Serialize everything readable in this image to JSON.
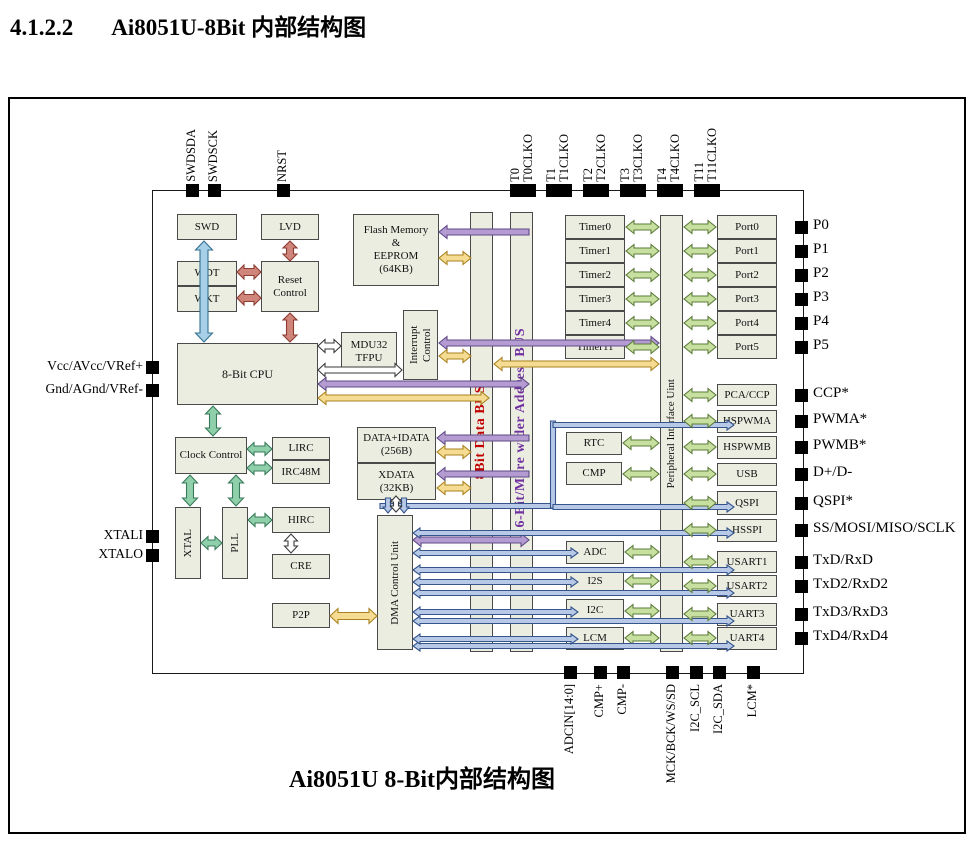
{
  "heading": {
    "number": "4.1.2.2",
    "title": "Ai8051U-8Bit 内部结构图"
  },
  "caption": "Ai8051U 8-Bit内部结构图",
  "buses": {
    "data_bus": "8Bit Data BUS",
    "address_bus": "16-Bit/More wider Address BUS"
  },
  "pins": {
    "top": [
      "SWDSDA",
      "SWDSCK",
      "NRST",
      "T0",
      "T0CLKO",
      "T1",
      "T1CLKO",
      "T2",
      "T2CLKO",
      "T3",
      "T3CLKO",
      "T4",
      "T4CLKO",
      "T11",
      "T11CLKO"
    ],
    "left": [
      "Vcc/AVcc/VRef+",
      "Gnd/AGnd/VRef-",
      "XTALI",
      "XTALO"
    ],
    "right": [
      "P0",
      "P1",
      "P2",
      "P3",
      "P4",
      "P5",
      "CCP*",
      "PWMA*",
      "PWMB*",
      "D+/D-",
      "QSPI*",
      "SS/MOSI/MISO/SCLK",
      "TxD/RxD",
      "TxD2/RxD2",
      "TxD3/RxD3",
      "TxD4/RxD4"
    ],
    "bottom": [
      "ADCIN[14:0]",
      "CMP+",
      "CMP-",
      "MCK/BCK/WS/SD",
      "I2C_SCL",
      "I2C_SDA",
      "LCM*"
    ]
  },
  "blocks": {
    "swd": "SWD",
    "lvd": "LVD",
    "wdt": "WDT",
    "wkt": "WKT",
    "reset": "Reset\nControl",
    "flash": "Flash Memory\n&\nEEPROM\n(64KB)",
    "mdu": "MDU32\nTFPU",
    "intctrl": "Interrupt Control",
    "cpu": "8-Bit CPU",
    "clock": "Clock Control",
    "lirc": "LIRC",
    "irc48m": "IRC48M",
    "xtal": "XTAL",
    "pll": "PLL",
    "hirc": "HIRC",
    "cre": "CRE",
    "p2p": "P2P",
    "data_idata": "DATA+IDATA\n(256B)",
    "xdata": "XDATA\n(32KB)",
    "dma": "DMA Control Unit",
    "piu": "Peripheral Interface Uint",
    "timers": [
      "Timer0",
      "Timer1",
      "Timer2",
      "Timer3",
      "Timer4",
      "Timer11"
    ],
    "ports": [
      "Port0",
      "Port1",
      "Port2",
      "Port3",
      "Port4",
      "Port5"
    ],
    "rtc": "RTC",
    "cmp": "CMP",
    "adc": "ADC",
    "i2s": "I2S",
    "i2c": "I2C",
    "lcm": "LCM",
    "right_col": [
      "PCA/CCP",
      "HSPWMA",
      "HSPWMB",
      "USB",
      "QSPI",
      "HSSPI",
      "USART1",
      "USART2",
      "UART3",
      "UART4"
    ]
  },
  "colors": {
    "data_bus_label": "#c00000",
    "address_bus_label": "#7030a0",
    "block_fill": "#ecede1",
    "arrow_red": "#d0857b",
    "arrow_blue": "#a8cfe8",
    "arrow_green": "#8fd0ab",
    "arrow_pale_green": "#c7e0a0",
    "arrow_yellow": "#f6dc92",
    "arrow_purple": "#b49bd2",
    "arrow_steel_blue": "#b7c9e6",
    "arrow_white": "#ffffff"
  }
}
